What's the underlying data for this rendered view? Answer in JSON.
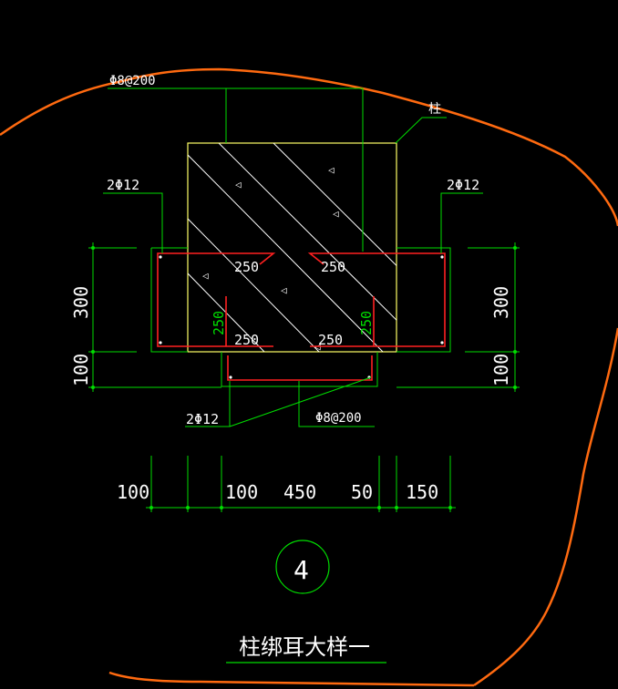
{
  "colors": {
    "background": "#000000",
    "cloud": "#ff6a10",
    "dimension": "#00dd00",
    "column": "#ffff66",
    "rebar": "#ff2020",
    "text": "#ffffff",
    "hatch": "#ffffff"
  },
  "labels": {
    "top_stirrup": "Φ8@200",
    "column_tag": "柱",
    "left_bars": "2Φ12",
    "right_bars": "2Φ12",
    "bottom_bars": "2Φ12",
    "bottom_stirrup": "Φ8@200",
    "anchor_tl": "250",
    "anchor_tr": "250",
    "anchor_bl": "250",
    "anchor_br": "250",
    "anchor_vl": "250",
    "anchor_vr": "250"
  },
  "dims": {
    "left_300": "300",
    "left_100": "100",
    "right_300": "300",
    "right_100": "100",
    "bottom": [
      "100",
      "100",
      "450",
      "50",
      "150"
    ]
  },
  "detail": {
    "number": "4",
    "title": "柱绑耳大样一"
  }
}
